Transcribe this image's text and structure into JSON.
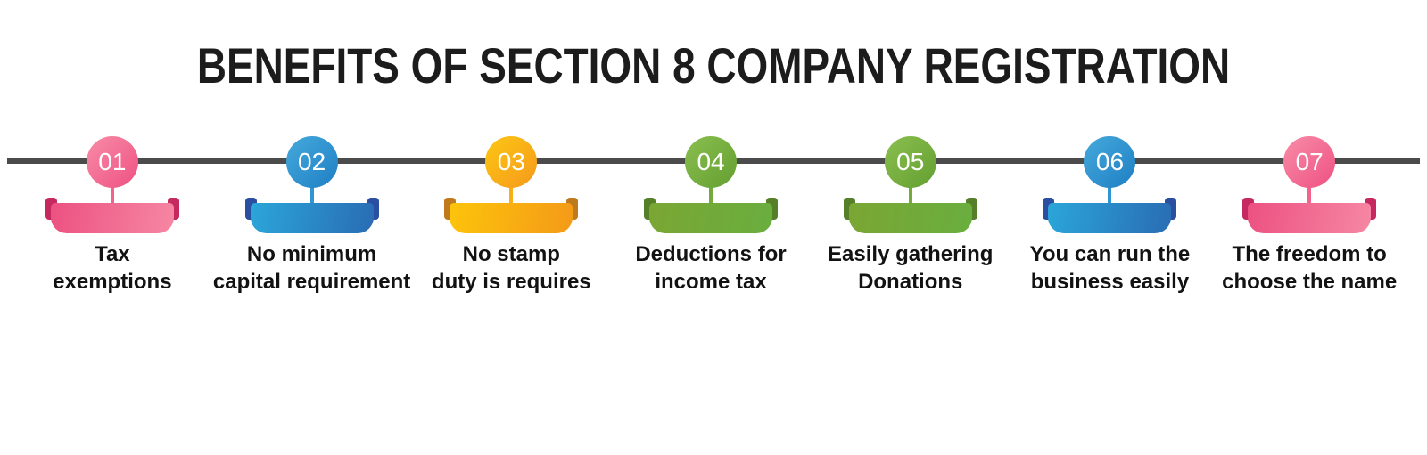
{
  "title": "BENEFITS OF SECTION 8 COMPANY REGISTRATION",
  "timeline": {
    "color": "#4b4b4b"
  },
  "palette": {
    "pink": {
      "circle_light": "#f88ca7",
      "circle_dark": "#ee5183",
      "banner_from": "#ec5181",
      "banner_to": "#f687a3",
      "tab": "#c5295f",
      "connector": "#f2648c"
    },
    "blue": {
      "circle_light": "#45a9db",
      "circle_dark": "#1f7fc4",
      "banner_from": "#2ba6d9",
      "banner_to": "#2a6cb4",
      "tab": "#2b4fa0",
      "connector": "#2f96d1"
    },
    "orange": {
      "circle_light": "#fdc713",
      "circle_dark": "#f5991c",
      "banner_from": "#fdc40b",
      "banner_to": "#f49a18",
      "tab": "#c07a1e",
      "connector": "#f9ae12"
    },
    "green": {
      "circle_light": "#8abf4f",
      "circle_dark": "#649f31",
      "banner_from": "#7ba634",
      "banner_to": "#69ae3f",
      "tab": "#557f28",
      "connector": "#73aa3b"
    }
  },
  "items": [
    {
      "number": "01",
      "theme": "pink",
      "label": "Tax\nexemptions"
    },
    {
      "number": "02",
      "theme": "blue",
      "label": "No minimum\ncapital requirement"
    },
    {
      "number": "03",
      "theme": "orange",
      "label": "No stamp\nduty is requires"
    },
    {
      "number": "04",
      "theme": "green",
      "label": "Deductions for\nincome tax"
    },
    {
      "number": "05",
      "theme": "green",
      "label": "Easily gathering\nDonations"
    },
    {
      "number": "06",
      "theme": "blue",
      "label": "You can run the\nbusiness easily"
    },
    {
      "number": "07",
      "theme": "pink",
      "label": "The freedom to\nchoose the name"
    }
  ]
}
